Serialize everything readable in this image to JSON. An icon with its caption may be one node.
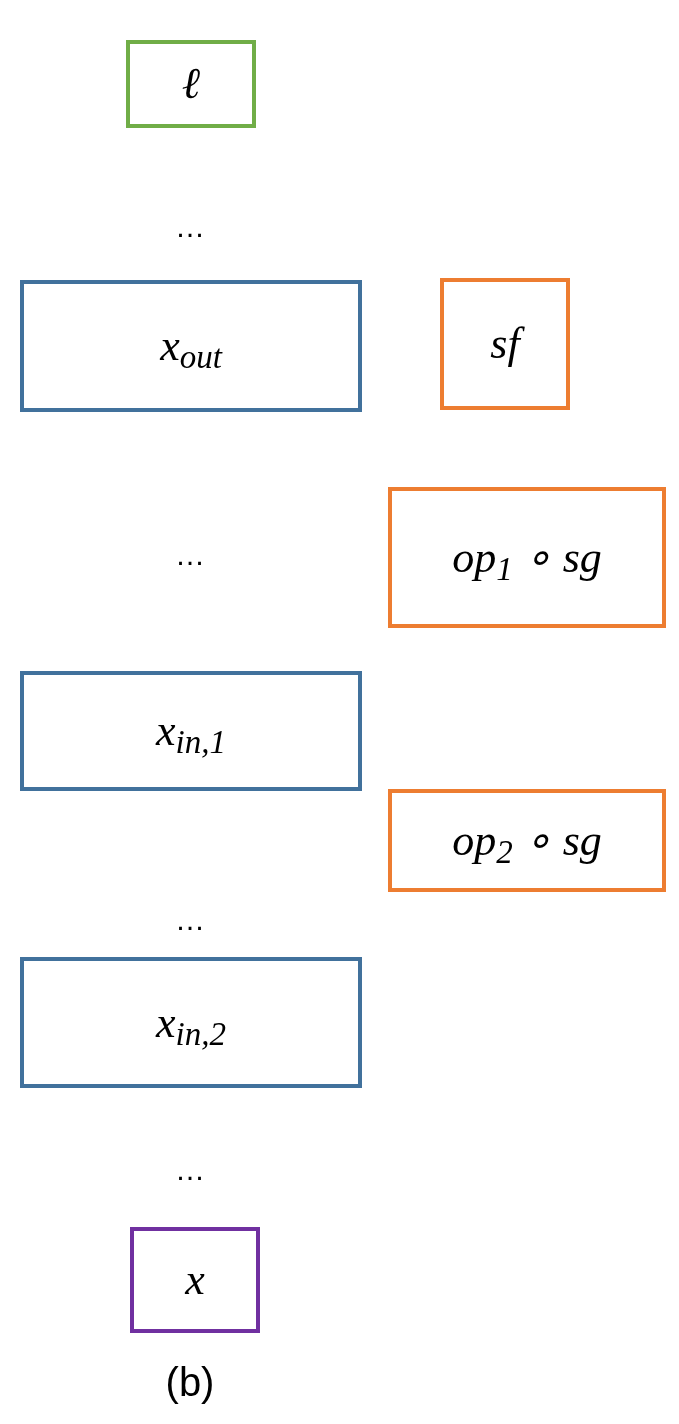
{
  "diagram": {
    "caption": "(b)",
    "nodes": [
      {
        "text": [
          "ℓ"
        ]
      },
      {
        "text": [
          "x$_{out}$"
        ]
      },
      {
        "text": [
          "sf"
        ]
      },
      {
        "text": [
          "op$_{1}$ ∘ sg"
        ]
      },
      {
        "text": [
          "x$_{in,1}$"
        ]
      },
      {
        "text": [
          "op$_{2}$ ∘ sg"
        ]
      },
      {
        "text": [
          "x$_{in,2}$"
        ]
      },
      {
        "text": [
          "x"
        ]
      }
    ],
    "labels": [
      "…",
      "…",
      "…",
      "…"
    ]
  }
}
